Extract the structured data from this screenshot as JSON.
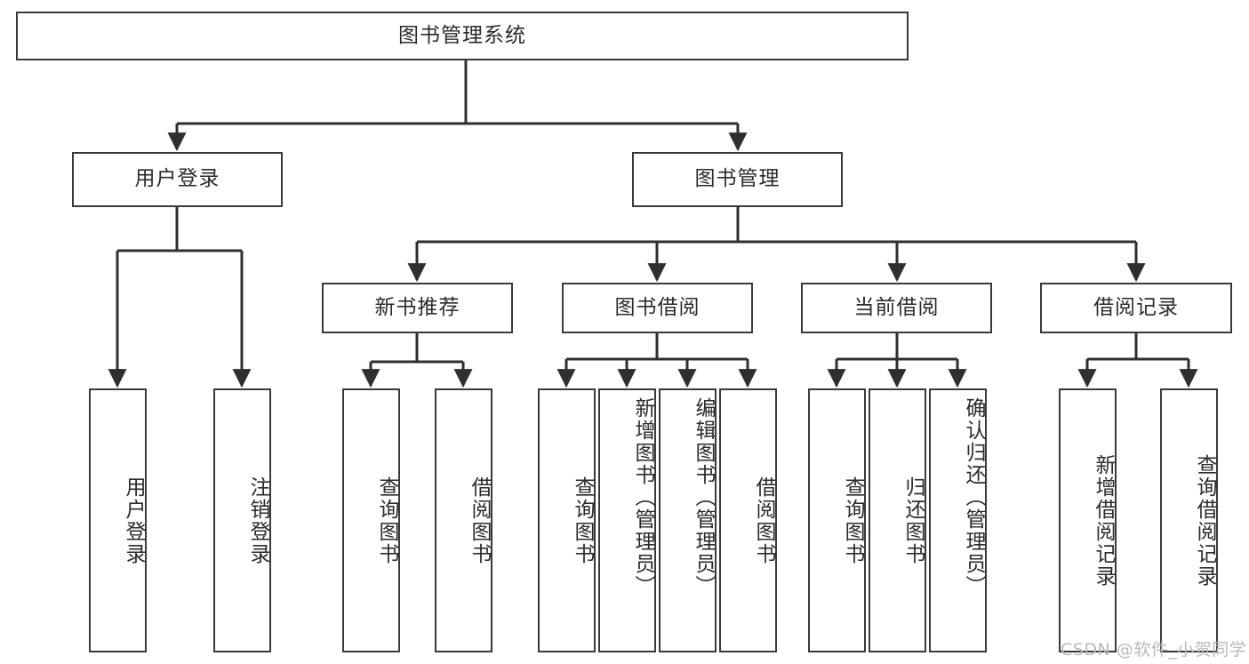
{
  "diagram": {
    "type": "tree",
    "title": "图书管理系统",
    "orientation": "top-down",
    "colors": {
      "node_border": "#3a3a3a",
      "node_fill": "#ffffff",
      "edge": "#2f2f2f",
      "text": "#2b2b2b",
      "watermark": "#b9b9b9"
    },
    "watermark": "CSDN @软件_小贺同学",
    "root": {
      "label": "图书管理系统"
    },
    "level1": [
      {
        "label": "用户登录"
      },
      {
        "label": "图书管理"
      }
    ],
    "level2": [
      {
        "label": "新书推荐"
      },
      {
        "label": "图书借阅"
      },
      {
        "label": "当前借阅"
      },
      {
        "label": "借阅记录"
      }
    ],
    "leaves": {
      "user_login": [
        {
          "label": "用户登录"
        },
        {
          "label": "注销登录"
        }
      ],
      "new_book_recommend": [
        {
          "label": "查询图书"
        },
        {
          "label": "借阅图书"
        }
      ],
      "book_borrow": [
        {
          "label": "查询图书"
        },
        {
          "label": "新增图书（管理员）"
        },
        {
          "label": "编辑图书（管理员）"
        },
        {
          "label": "借阅图书"
        }
      ],
      "current_borrow": [
        {
          "label": "查询图书"
        },
        {
          "label": "归还图书"
        },
        {
          "label": "确认归还（管理员）"
        }
      ],
      "borrow_record": [
        {
          "label": "新增借阅记录"
        },
        {
          "label": "查询借阅记录"
        }
      ]
    }
  }
}
